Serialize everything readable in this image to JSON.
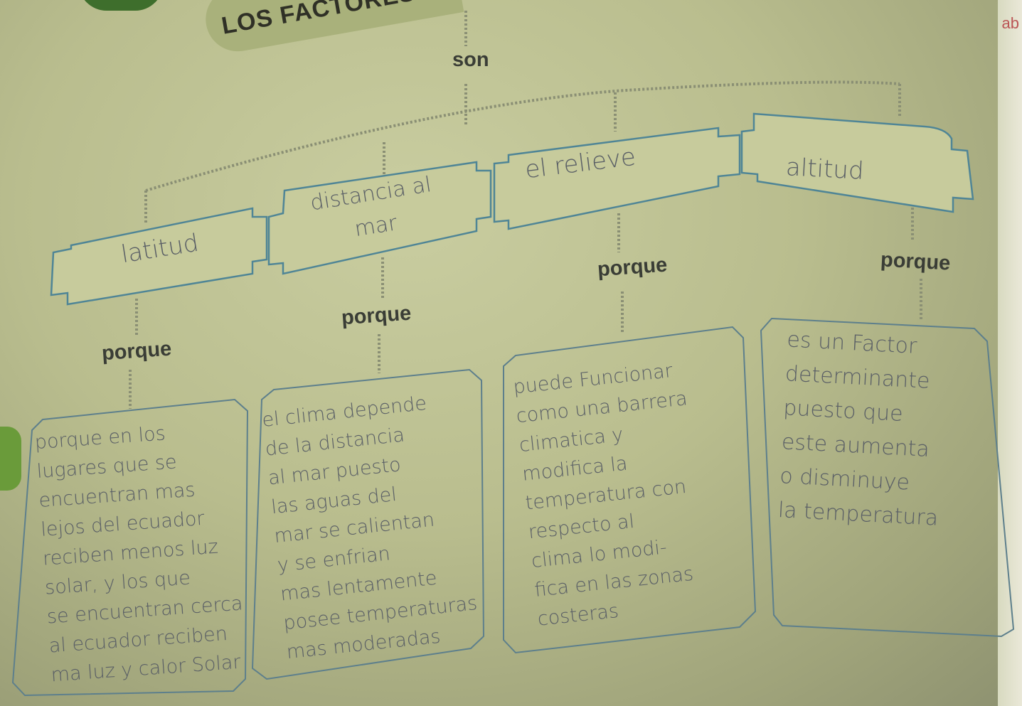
{
  "title": "LOS FACTORES",
  "connector_son": "son",
  "connector_porque": "porque",
  "factors": [
    {
      "label": "latitud",
      "explanation": "porque en los\nlugares que se\nencuentran mas\nlejos del ecuador\nreciben menos luz\nsolar, y los que\nse encuentran cerca\nal ecuador reciben\nma luz y calor Solar"
    },
    {
      "label": "distancia al\nmar",
      "explanation": "el clima depende\nde la distancia\nal mar puesto\nlas aguas del\nmar se calientan\ny se enfrian\nmas lentamente\nposee temperaturas\nmas moderadas"
    },
    {
      "label": "el relieve",
      "explanation": "puede Funcionar\ncomo una barrera\nclimatica y\nmodifica la\ntemperatura con\nrespecto al\nclima lo modi-\nfica en las zonas\ncosteras"
    },
    {
      "label": "altitud",
      "explanation": "es un Factor\ndeterminante\npuesto que\neste aumenta\no disminuye\nla temperatura"
    }
  ],
  "edge_text": "ab",
  "colors": {
    "box_border": "#4f8596",
    "chain": "#8a8f74",
    "paper": "#c3c798"
  }
}
